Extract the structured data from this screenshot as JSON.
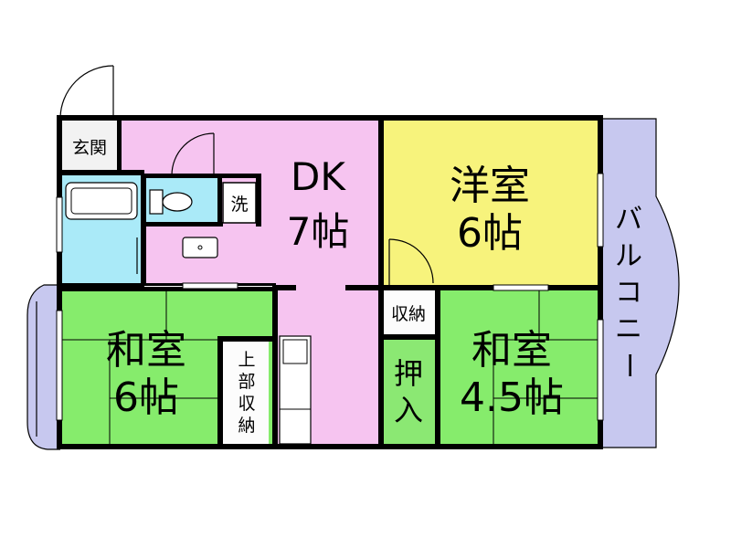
{
  "colors": {
    "dk": "#f6c4f0",
    "yoshitsu": "#f7f37c",
    "washitsu": "#86ec6c",
    "bath": "#aaeaf8",
    "balcony": "#c7c8ef",
    "storage": "#fcfcfc",
    "oshiire_right": "#8be873",
    "entrance": "#f2f2f2",
    "kitchen": "#ffffff"
  },
  "rooms": {
    "genkan": "玄関",
    "sen": "洗",
    "dk_name": "DK",
    "dk_size": "7帖",
    "yoshitsu_name": "洋室",
    "yoshitsu_size": "6帖",
    "washitsu_left_name": "和室",
    "washitsu_left_size": "6帖",
    "jobu_shuno": [
      "上",
      "部",
      "収",
      "納"
    ],
    "shuno": "収納",
    "oshiire": [
      "押",
      "入"
    ],
    "washitsu_right_name": "和室",
    "washitsu_right_size": "4.5帖",
    "balcony": [
      "バ",
      "ル",
      "コ",
      "ニ",
      "ー"
    ]
  }
}
